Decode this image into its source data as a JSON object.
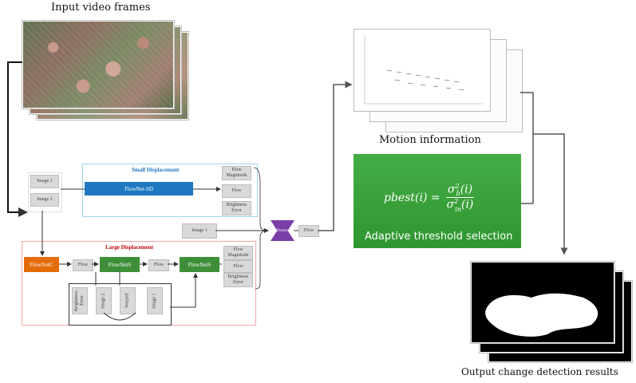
{
  "input_frames": {
    "title": "Input video frames"
  },
  "network": {
    "small_title": "Small Displacement",
    "large_title": "Large Displacement",
    "image1": "Image 1",
    "image2": "Image 2",
    "flownet_sd": "FlowNet-SD",
    "flownet_c": "FlowNetC",
    "flownet_s1": "FlowNetS",
    "flownet_s2": "FlowNetS",
    "flow": "Flow",
    "flow_magnitude": "Flow Magnitude",
    "brightness_error": "Brightness Error",
    "fusion": "Fusion",
    "image1_fusion": "Image 1",
    "stack": [
      "Brightness Error",
      "Image 2",
      "Warped",
      "Image 1"
    ]
  },
  "motion": {
    "title": "Motion information"
  },
  "threshold": {
    "title": "Adaptive threshold selection",
    "formula_lhs": "pbest(i) =",
    "numerator": "σ",
    "num_sub": "b",
    "denominator": "σ",
    "den_sub": "in",
    "sup": "2",
    "arg": "(i)"
  },
  "output": {
    "title": "Output change detection results"
  },
  "colors": {
    "sd_blue": "#1f78c1",
    "flownet_c_orange": "#e36c09",
    "flownet_s_green": "#3f8f3a",
    "threshold_green": "#3ca33c",
    "fusion_purple": "#7a3ea8",
    "small_panel_border": "#9ed5ee",
    "large_panel_border": "#f4a6a6"
  }
}
